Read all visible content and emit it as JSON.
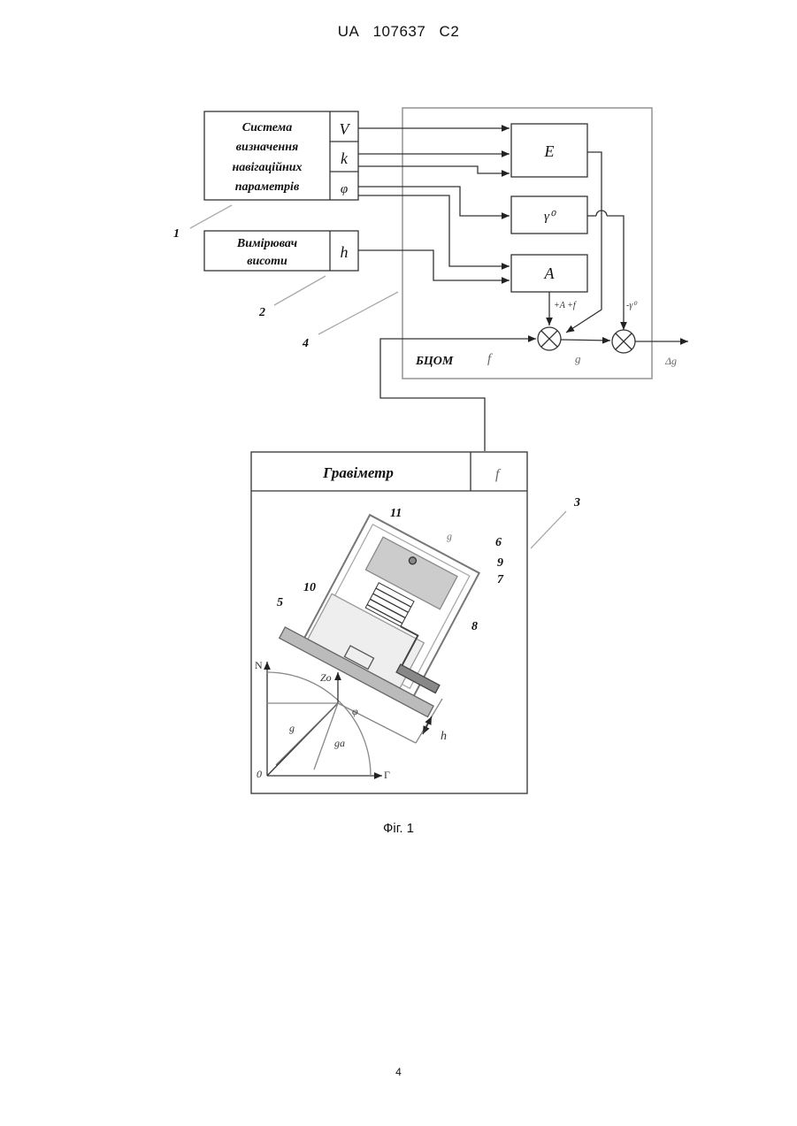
{
  "header": {
    "country": "UA",
    "number": "107637",
    "kind": "C2"
  },
  "blocks": {
    "nav_system": {
      "lines": [
        "Система",
        "визначення",
        "навігаційних",
        "параметрів"
      ],
      "outputs": [
        "V",
        "k",
        "φ"
      ]
    },
    "altimeter": {
      "lines": [
        "Вимірювач",
        "висоти"
      ],
      "output": "h"
    },
    "computer": {
      "label": "БЦОМ",
      "f_label": "f",
      "g_label": "g",
      "dg_label": "Δg"
    },
    "unit_E": "E",
    "unit_gamma": "γ⁰",
    "unit_A": "A",
    "sum1_inputs": "+A +f",
    "sum2_input": "-γ⁰",
    "gravimeter": {
      "title": "Гравіметр",
      "output": "f"
    }
  },
  "ref_numbers": [
    "1",
    "2",
    "3",
    "4",
    "5",
    "6",
    "7",
    "8",
    "9",
    "10",
    "11"
  ],
  "drawing_labels": {
    "north": "N",
    "east": "Г",
    "origin": "0",
    "gz": "g",
    "zo": "Zo",
    "phi": "φ",
    "g_vec": "g",
    "ga_vec": "gа",
    "h": "h"
  },
  "caption": "Фіг. 1",
  "page_number": "4"
}
